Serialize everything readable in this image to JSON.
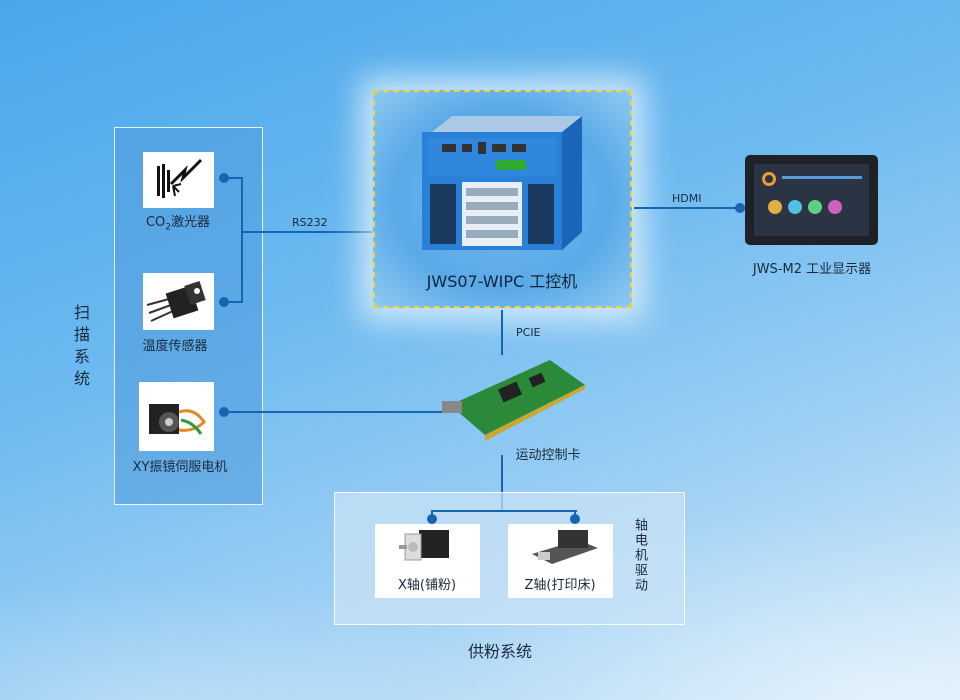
{
  "scan_system": {
    "title": "扫描系统",
    "items": [
      {
        "label_main": "CO",
        "label_sub": "2",
        "label_rest": "激光器",
        "icon": "laser-icon"
      },
      {
        "label": "温度传感器",
        "icon": "sensor-icon"
      },
      {
        "label": "XY振镜伺服电机",
        "icon": "servo-motor-icon"
      }
    ],
    "link_label": "RS232"
  },
  "ipc": {
    "label": "JWS07-WIPC 工控机",
    "icon": "industrial-pc-icon"
  },
  "display": {
    "label": "JWS-M2 工业显示器",
    "link_label": "HDMI"
  },
  "motion_card": {
    "label": "运动控制卡",
    "link_label": "PCIE"
  },
  "supply_system": {
    "title": "供粉系统",
    "side_label": "轴电机驱动",
    "items": [
      {
        "label": "X轴(铺粉)"
      },
      {
        "label": "Z轴(打印床)"
      }
    ]
  },
  "colors": {
    "line": "#1466b0",
    "highlight": "#f3d23a"
  }
}
